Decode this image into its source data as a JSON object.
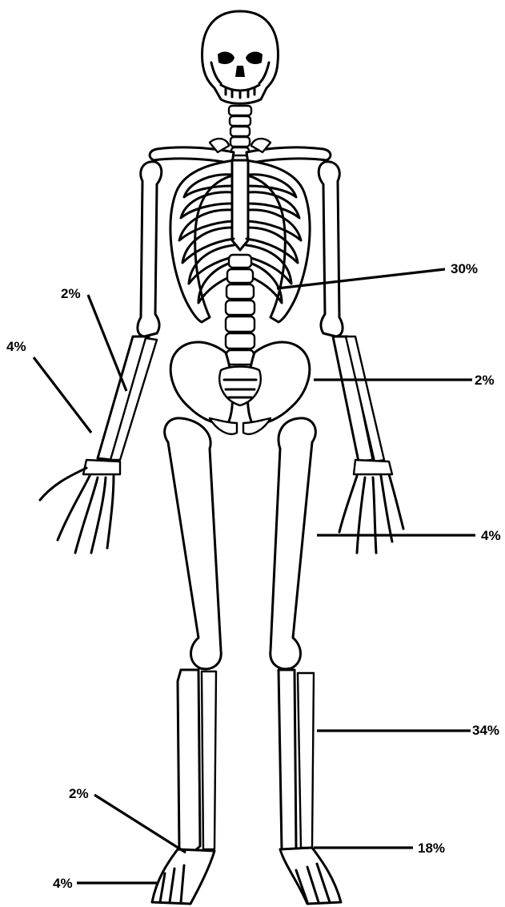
{
  "labels": {
    "left_radius": "2%",
    "left_ulna": "4%",
    "spine": "30%",
    "pelvis": "2%",
    "femur": "4%",
    "tibia": "34%",
    "ankle_ribbon": "2%",
    "foot": "4%",
    "ankle": "18%"
  },
  "colors": {
    "ink": "#000000",
    "background": "#ffffff"
  }
}
